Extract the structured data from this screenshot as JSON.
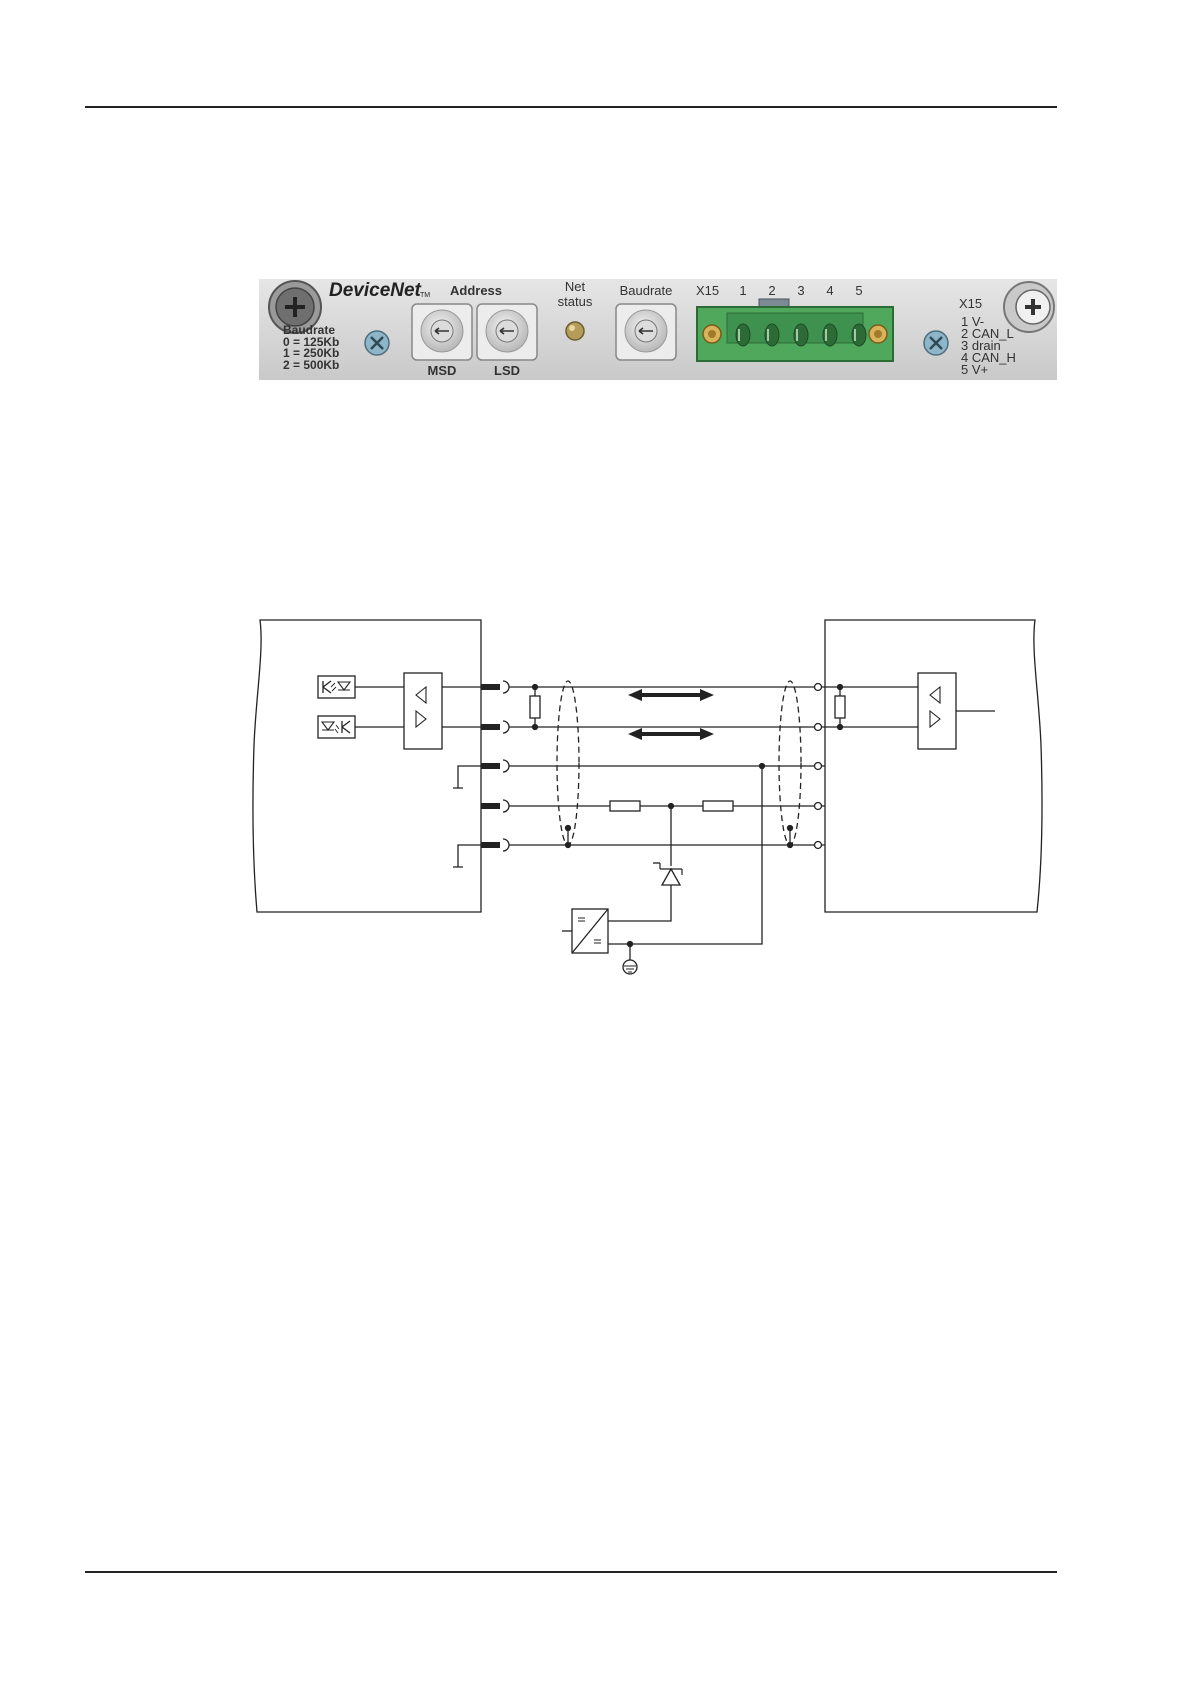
{
  "panel": {
    "brand": "DeviceNet",
    "trademark": "TM",
    "baud_legend": [
      "Baudrate",
      "0 = 125Kb",
      "1 = 250Kb",
      "2 = 500Kb"
    ],
    "address_label": "Address",
    "msd_label": "MSD",
    "lsd_label": "LSD",
    "net_status_label": [
      "Net",
      "status"
    ],
    "baudrate_label": "Baudrate",
    "connector_label": "X15",
    "pin_numbers": [
      "1",
      "2",
      "3",
      "4",
      "5"
    ],
    "pinout_title": "X15",
    "pinout": [
      "1 V-",
      "2 CAN_L",
      "3 drain",
      "4 CAN_H",
      "5 V+"
    ],
    "colors": {
      "plate": "#d7d7d7",
      "connector": "#4fa85c",
      "screw": "#8eb6c8"
    }
  },
  "icons": {
    "panel_screw": "phillips-screw-icon",
    "rotary_switch": "rotary-switch-icon",
    "status_led": "led-icon",
    "resistor": "resistor-icon",
    "zener": "zener-diode-icon",
    "converter": "dc-dc-converter-icon",
    "ground": "earth-ground-icon",
    "optocoupler": "optocoupler-icon",
    "transceiver": "can-transceiver-icon",
    "arrow": "bidirectional-arrow-icon"
  }
}
